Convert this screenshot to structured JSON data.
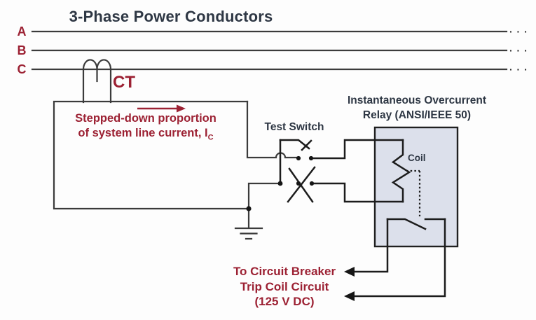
{
  "title": "3-Phase Power Conductors",
  "phases": {
    "labels": [
      "A",
      "B",
      "C"
    ],
    "ellipsis": "· · ·"
  },
  "ct": {
    "label": "CT"
  },
  "annotation": {
    "line1": "Stepped-down proportion",
    "line2_main": "of system line current, I",
    "line2_sub": "C"
  },
  "test_switch": {
    "label": "Test Switch"
  },
  "relay": {
    "title_line1": "Instantaneous Overcurrent",
    "title_line2": "Relay (ANSI/IEEE 50)",
    "coil_label": "Coil"
  },
  "trip": {
    "line1": "To Circuit Breaker",
    "line2": "Trip Coil Circuit",
    "line3": "(125 V DC)"
  },
  "colors": {
    "red": "#9c2133",
    "charcoal": "#2e3744",
    "wire": "#3b3b3b",
    "wire_dark": "#1c1c1c",
    "relay_fill": "#dce0eb"
  }
}
